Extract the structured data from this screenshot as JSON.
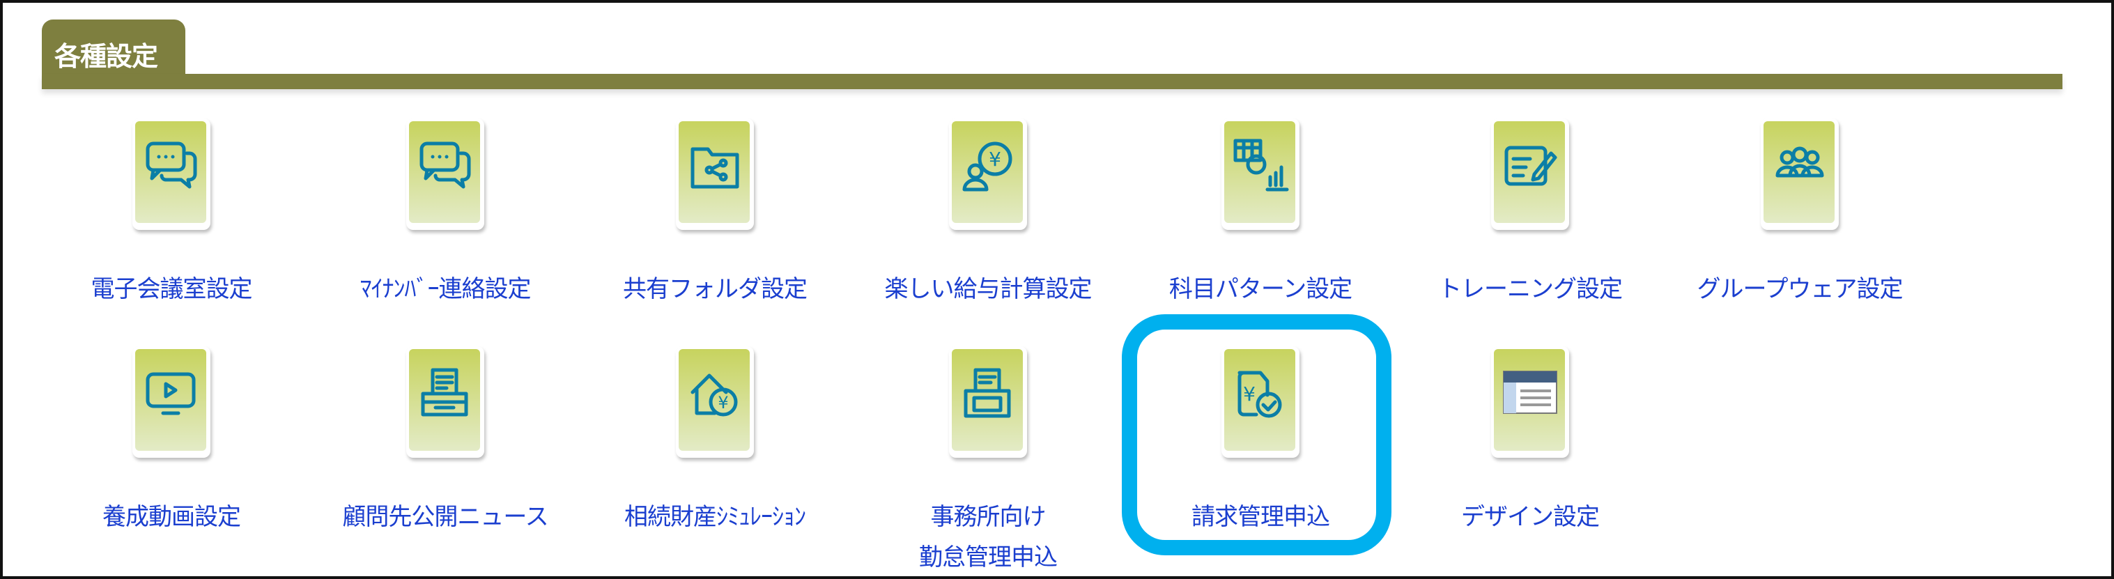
{
  "section": {
    "title": "各種設定"
  },
  "highlight_color": "#00b0ee",
  "items": [
    {
      "label": "電子会議室設定",
      "icon": "chat-bubbles-icon"
    },
    {
      "label": "ﾏｲﾅﾝﾊﾞｰ連絡設定",
      "icon": "chat-bubbles-icon"
    },
    {
      "label": "共有フォルダ設定",
      "icon": "shared-folder-icon"
    },
    {
      "label": "楽しい給与計算設定",
      "icon": "user-yen-icon"
    },
    {
      "label": "科目パターン設定",
      "icon": "spreadsheet-chart-icon"
    },
    {
      "label": "トレーニング設定",
      "icon": "edit-document-icon"
    },
    {
      "label": "グループウェア設定",
      "icon": "group-icon"
    },
    {
      "label": "養成動画設定",
      "icon": "video-icon"
    },
    {
      "label": "顧問先公開ニュース",
      "icon": "printer-document-icon"
    },
    {
      "label": "相続財産ｼﾐｭﾚｰｼｮﾝ",
      "icon": "house-yen-icon"
    },
    {
      "label": "事務所向け",
      "label2": "勤怠管理申込",
      "icon": "timecard-icon"
    },
    {
      "label": "請求管理申込",
      "icon": "invoice-check-icon"
    },
    {
      "label": "デザイン設定",
      "icon": "layout-icon"
    }
  ]
}
